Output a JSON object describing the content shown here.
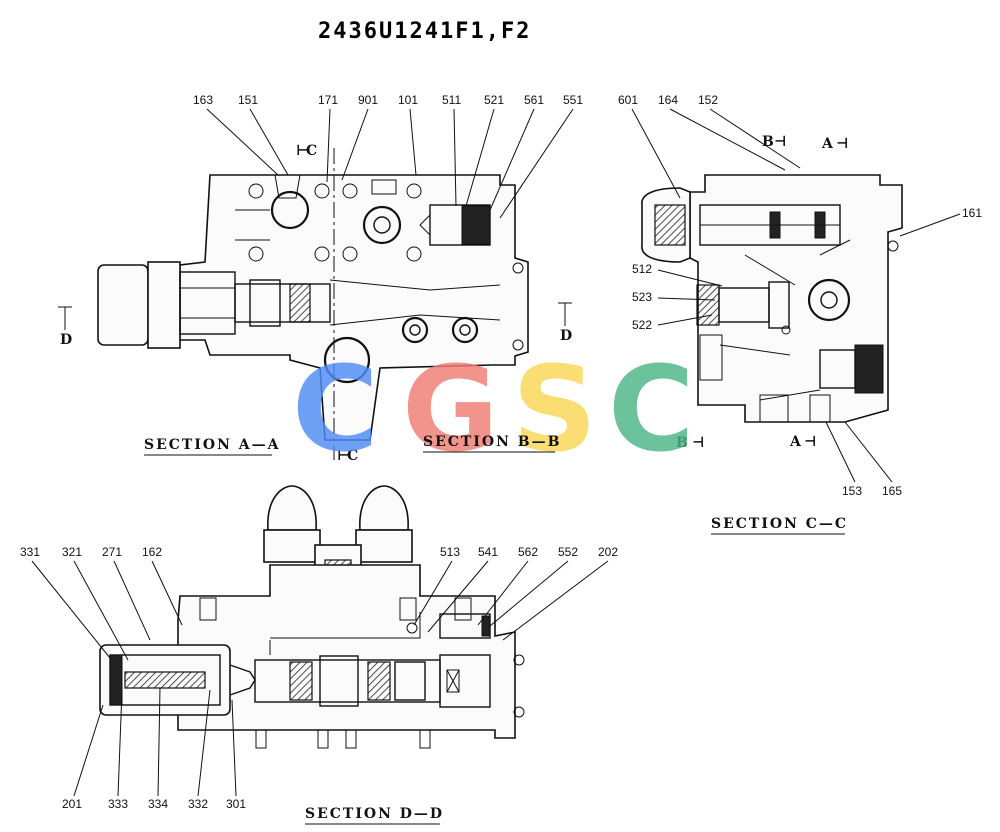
{
  "title": "2436U1241F1,F2",
  "section_titles": {
    "a": "SECTION A—A",
    "b": "SECTION B—B",
    "c": "SECTION C—C",
    "d": "SECTION D—D"
  },
  "cut_marks": {
    "c_top": "C",
    "c_bottom": "C",
    "d_left": "D",
    "d_right": "D",
    "b_top": "B",
    "a_top": "A",
    "b_bottom": "B",
    "a_bottom": "A"
  },
  "parts": {
    "p163": "163",
    "p151": "151",
    "p171": "171",
    "p901": "901",
    "p101": "101",
    "p511": "511",
    "p521": "521",
    "p561": "561",
    "p551": "551",
    "p601": "601",
    "p164": "164",
    "p152": "152",
    "p161": "161",
    "p512": "512",
    "p523": "523",
    "p522": "522",
    "p153": "153",
    "p165": "165",
    "p331": "331",
    "p321": "321",
    "p271": "271",
    "p162": "162",
    "p513": "513",
    "p541": "541",
    "p562": "562",
    "p552": "552",
    "p202": "202",
    "p201": "201",
    "p333": "333",
    "p334": "334",
    "p332": "332",
    "p301": "301"
  },
  "watermark": {
    "letters": [
      "C",
      "G",
      "S",
      "C"
    ],
    "colors": [
      "#4f8df5",
      "#f07d74",
      "#f9d655",
      "#4db585"
    ]
  }
}
